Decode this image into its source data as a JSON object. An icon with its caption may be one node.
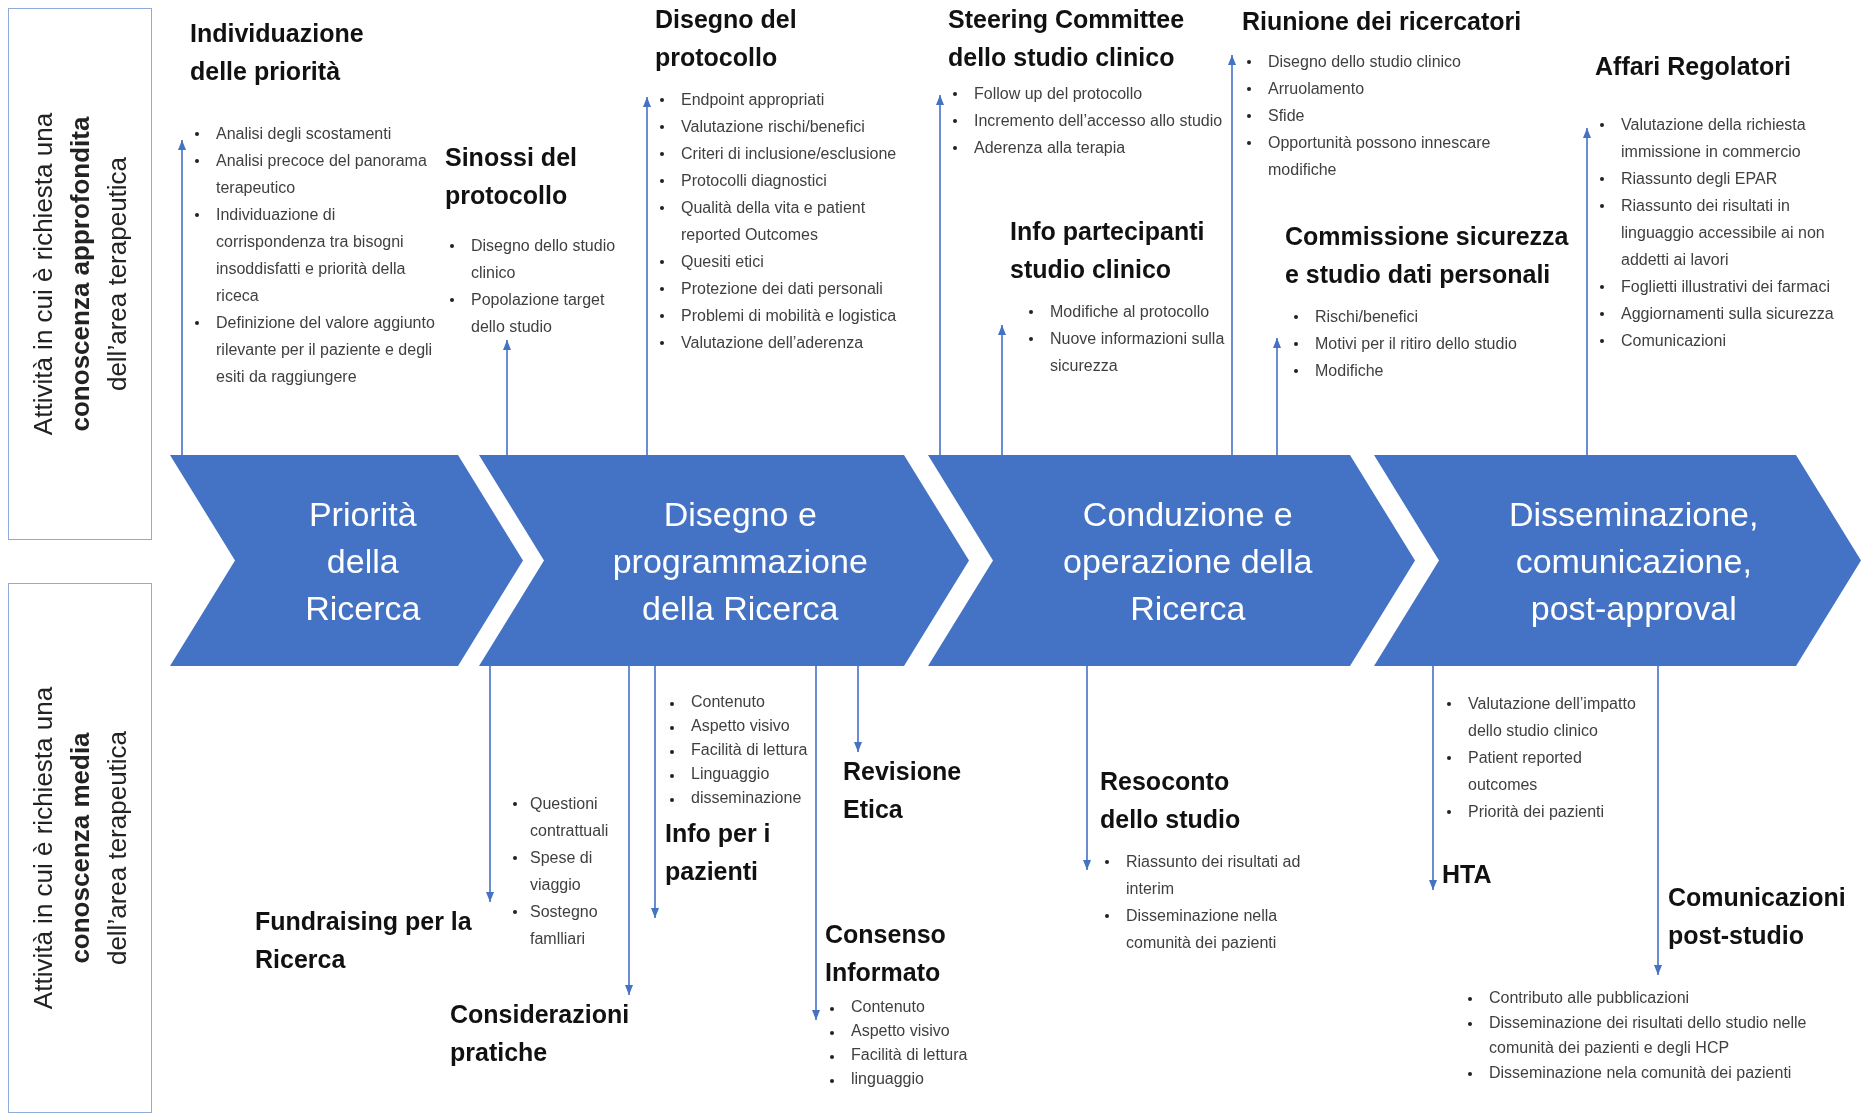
{
  "diagram": {
    "nodes": [
      {
        "text": [
          "Attività in cui è richiesta una **conoscenza approfondita** dell’area terapeutica"
        ]
      },
      {
        "text": [
          "Attività in cui è richiesta una **conoscenza media** dell’area terapeutica"
        ]
      },
      {
        "text": [
          "Priorità della Ricerca"
        ]
      },
      {
        "text": [
          "Disegno e programmazione della Ricerca"
        ]
      },
      {
        "text": [
          "Conduzione e operazione della Ricerca"
        ]
      },
      {
        "text": [
          "Disseminazione, comunicazione, post-approval"
        ]
      },
      {
        "text": [
          "Individuazione delle priorità",
          "Analisi degli scostamenti",
          "Analisi precoce del panorama terapeutico",
          "Individuazione di corrispondenza tra bisogni insoddisfatti e priorità della riceca",
          "Definizione del valore aggiunto rilevante per il paziente e degli esiti da raggiungere"
        ]
      },
      {
        "text": [
          "Sinossi del protocollo",
          "Disegno dello studio clinico",
          "Popolazione target dello studio"
        ]
      },
      {
        "text": [
          "Disegno del protocollo",
          "Endpoint appropriati",
          "Valutazione rischi/benefici",
          "Criteri di inclusione/esclusione",
          "Protocolli diagnostici",
          "Qualità della vita e patient reported Outcomes",
          "Quesiti etici",
          "Protezione dei dati personali",
          "Problemi di mobilità e logistica",
          "Valutazione dell’aderenza"
        ]
      },
      {
        "text": [
          "Steering Committee dello studio clinico",
          "Follow up del protocollo",
          "Incremento dell’accesso allo studio",
          "Aderenza alla terapia"
        ]
      },
      {
        "text": [
          "Riunione dei ricercatori",
          "Disegno dello studio clinico",
          "Arruolamento",
          "Sfide",
          "Opportunità possono innescare modifiche"
        ]
      },
      {
        "text": [
          "Info partecipanti studio clinico",
          "Modifiche al protocollo",
          "Nuove informazioni sulla sicurezza"
        ]
      },
      {
        "text": [
          "Commissione sicurezza e studio dati personali",
          "Rischi/benefici",
          "Motivi per il ritiro dello studio",
          "Modifiche"
        ]
      },
      {
        "text": [
          "Affari Regolatori",
          "Valutazione della richiesta immissione in commercio",
          "Riassunto degli EPAR",
          "Riassunto dei risultati in linguaggio accessibile ai non addetti ai lavori",
          "Foglietti illustrativi dei farmaci",
          "Aggiornamenti sulla sicurezza",
          "Comunicazioni"
        ]
      },
      {
        "text": [
          "Fundraising per la Ricerca"
        ]
      },
      {
        "text": [
          "Considerazioni pratiche"
        ],
        "beside": [
          "Questioni contrattuali",
          "Spese di viaggio",
          "Sostegno famlliari"
        ]
      },
      {
        "text": [
          "Contenuto",
          "Aspetto visivo",
          "Facilità di lettura",
          "Linguaggio",
          "disseminazione",
          "Info per i pazienti"
        ]
      },
      {
        "text": [
          "Revisione Etica"
        ]
      },
      {
        "text": [
          "Consenso Informato",
          "Contenuto",
          "Aspetto visivo",
          "Facilità di lettura",
          "linguaggio"
        ]
      },
      {
        "text": [
          "Resoconto dello studio",
          "Riassunto dei risultati ad interim",
          "Disseminazione nella comunità dei pazienti"
        ]
      },
      {
        "text": [
          "Valutazione dell’impatto dello studio clinico",
          "Patient reported outcomes",
          "Priorità dei pazienti",
          "HTA"
        ]
      },
      {
        "text": [
          "Comunicazioni post-studio"
        ],
        "beside": [
          "Contributo alle pubblicazioni",
          "Disseminazione dei risultati dello studio nelle comunità dei pazienti e degli HCP",
          "Disseminazione nela comunità dei pazienti"
        ]
      }
    ],
    "edges": [
      {
        "from": 2,
        "to": 6,
        "arrow": "to"
      },
      {
        "from": 3,
        "to": 7,
        "arrow": "to"
      },
      {
        "from": 3,
        "to": 8,
        "arrow": "to"
      },
      {
        "from": 4,
        "to": 9,
        "arrow": "to"
      },
      {
        "from": 4,
        "to": 10,
        "arrow": "to"
      },
      {
        "from": 4,
        "to": 11,
        "arrow": "to"
      },
      {
        "from": 4,
        "to": 12,
        "arrow": "to"
      },
      {
        "from": 5,
        "to": 13,
        "arrow": "to"
      },
      {
        "from": 3,
        "to": 14,
        "arrow": "to"
      },
      {
        "from": 3,
        "to": 15,
        "arrow": "to"
      },
      {
        "from": 3,
        "to": 16,
        "arrow": "to"
      },
      {
        "from": 3,
        "to": 17,
        "arrow": "to"
      },
      {
        "from": 3,
        "to": 18,
        "arrow": "to"
      },
      {
        "from": 4,
        "to": 19,
        "arrow": "to"
      },
      {
        "from": 5,
        "to": 20,
        "arrow": "to"
      },
      {
        "from": 5,
        "to": 21,
        "arrow": "to"
      }
    ]
  }
}
